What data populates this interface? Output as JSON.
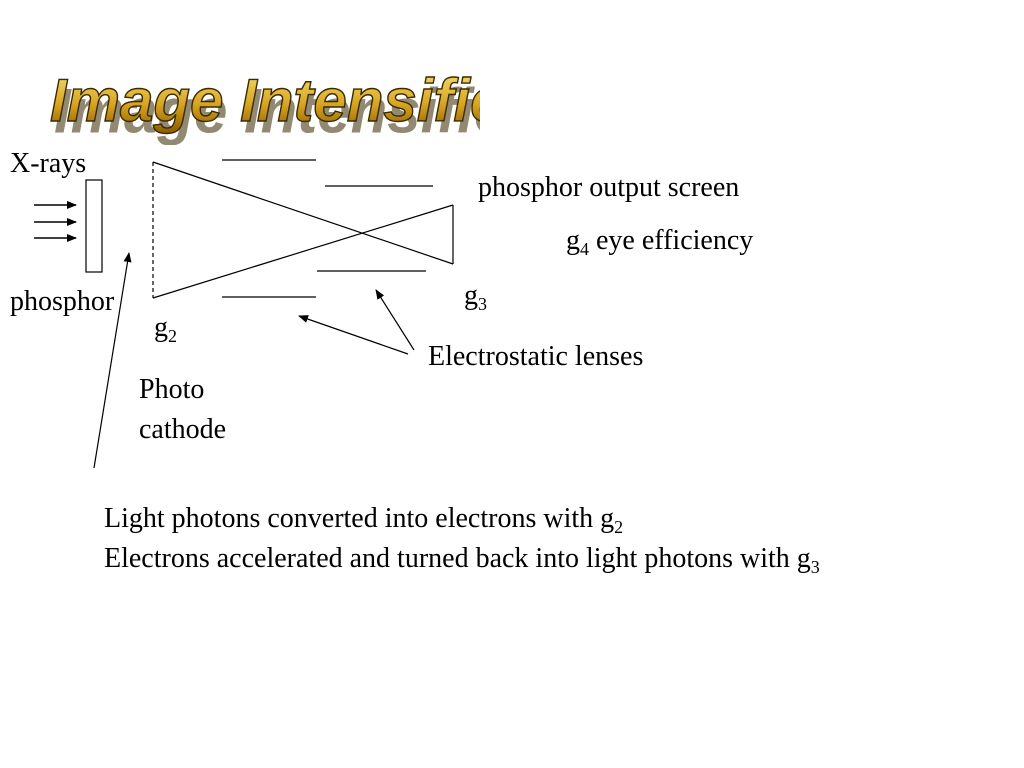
{
  "slide": {
    "title": "Image Intensifier",
    "title_colors": {
      "top": "#f5e27a",
      "mid": "#d9a520",
      "bottom": "#8a5a00",
      "shadow": "#3a2a00"
    },
    "labels": {
      "xrays": "X-rays",
      "phosphor": "phosphor",
      "g2_letter": "g",
      "g2_sub": "2",
      "photo_cathode_line1": "Photo",
      "photo_cathode_line2": "cathode",
      "phosphor_output_screen": "phosphor output screen",
      "g4_letter": "g",
      "g4_sub": "4",
      "eye_efficiency": "eye efficiency",
      "g3_letter": "g",
      "g3_sub": "3",
      "electrostatic_lenses": "Electrostatic lenses"
    },
    "caption": {
      "line1_text": "Light photons converted into electrons with g",
      "line1_sub": "2",
      "line2_text": "Electrons accelerated and turned back into light photons with g",
      "line2_sub": "3"
    }
  }
}
